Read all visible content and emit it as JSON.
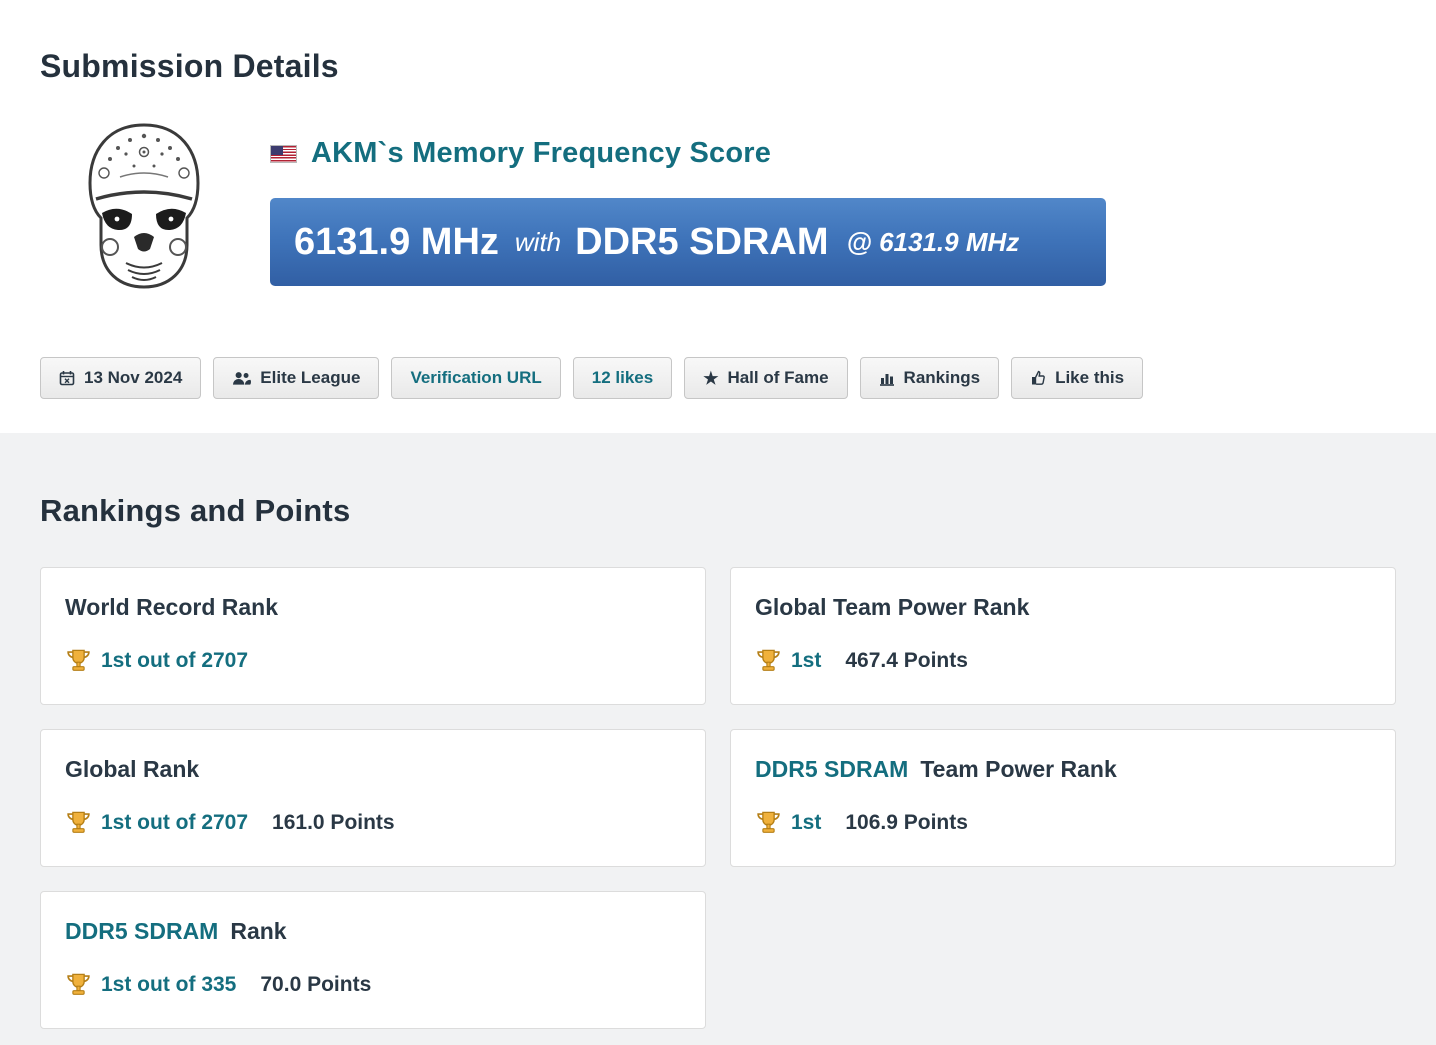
{
  "page": {
    "header_title": "Submission Details",
    "rankings_title": "Rankings and Points"
  },
  "submission": {
    "title": "AKM`s Memory Frequency Score",
    "flag": "us-flag",
    "banner": {
      "score": "6131.9 MHz",
      "connector": "with",
      "hardware": "DDR5 SDRAM",
      "frequency": "@ 6131.9 MHz"
    }
  },
  "meta": {
    "date": "13 Nov 2024",
    "league": "Elite League",
    "verification": "Verification URL",
    "likes": "12 likes",
    "hall_of_fame": "Hall of Fame",
    "rankings": "Rankings",
    "like_this": "Like this"
  },
  "rankings": {
    "cards": [
      {
        "title": "World Record Rank",
        "rank": "1st out of 2707",
        "points": ""
      },
      {
        "title": "Global Team Power Rank",
        "rank": "1st",
        "points": "467.4 Points"
      },
      {
        "title": "Global Rank",
        "rank": "1st out of 2707",
        "points": "161.0 Points"
      },
      {
        "title_link": "DDR5 SDRAM",
        "title": "Team Power Rank",
        "rank": "1st",
        "points": "106.9 Points"
      },
      {
        "title_link": "DDR5 SDRAM",
        "title": "Rank",
        "rank": "1st out of 335",
        "points": "70.0 Points"
      }
    ]
  },
  "colors": {
    "accent_teal": "#146e7f",
    "heading_navy": "#25313d",
    "banner_blue_top": "#5187c9",
    "banner_blue_bottom": "#315fa4",
    "trophy_gold": "#f0b13c",
    "section_bg": "#f1f2f3"
  }
}
